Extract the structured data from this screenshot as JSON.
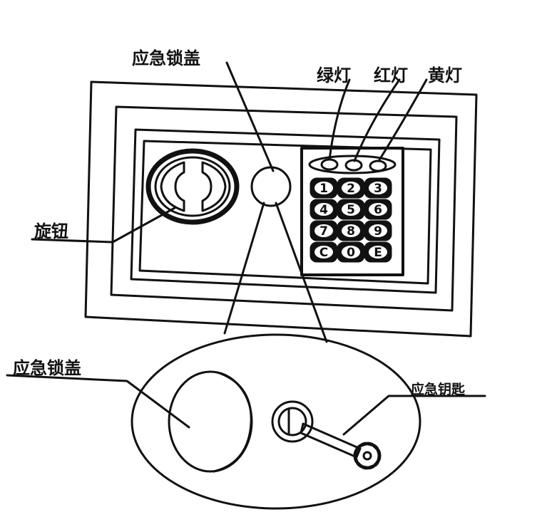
{
  "labels": {
    "emergency_cover_top": "应急锁盖",
    "green_light": "绿灯",
    "red_light": "红灯",
    "yellow_light": "黄灯",
    "knob": "旋钮",
    "emergency_cover_detail": "应急锁盖",
    "emergency_key": "应急钥匙"
  },
  "keypad": {
    "keys": [
      "1",
      "2",
      "3",
      "4",
      "5",
      "6",
      "7",
      "8",
      "9",
      "C",
      "0",
      "E"
    ]
  },
  "colors": {
    "ink": "#111111",
    "background": "#ffffff"
  }
}
